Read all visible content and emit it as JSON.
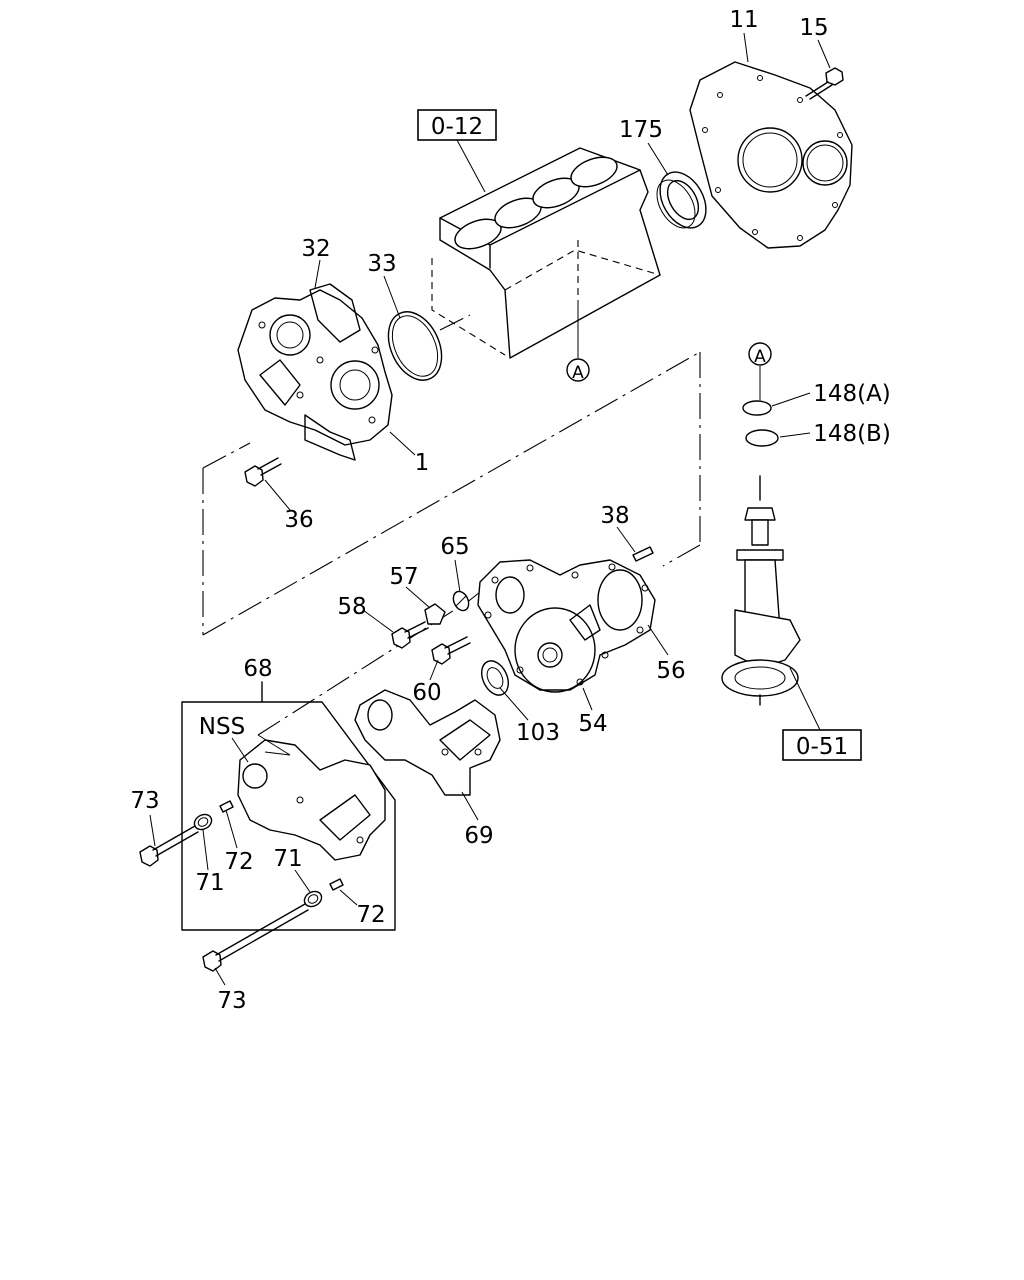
{
  "labels": {
    "l11": "11",
    "l15": "15",
    "l175": "175",
    "ref_0_12": "0-12",
    "l32": "32",
    "l33": "33",
    "ref_a_block": "A",
    "ref_a_pump": "A",
    "l148a": "148(A)",
    "l148b": "148(B)",
    "l1": "1",
    "l36": "36",
    "l38": "38",
    "l65": "65",
    "l57": "57",
    "l58": "58",
    "l56": "56",
    "l60": "60",
    "l103": "103",
    "l54": "54",
    "l68": "68",
    "nss": "NSS",
    "l69": "69",
    "ref_0_51": "0-51",
    "l73a": "73",
    "l72a": "72",
    "l71a": "71",
    "l71b": "71",
    "l72b": "72",
    "l73b": "73"
  }
}
